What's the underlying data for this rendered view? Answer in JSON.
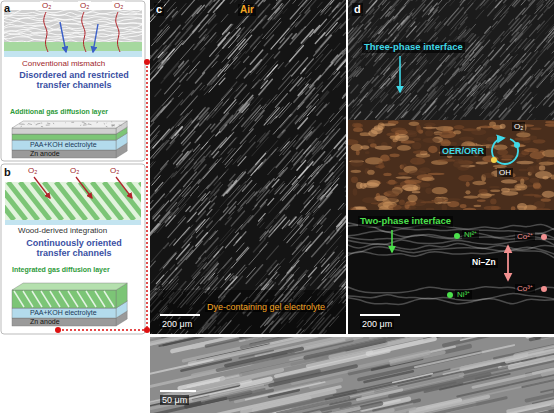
{
  "diagram": {
    "labels": [
      "a",
      "O₂",
      "O₂",
      "O₂",
      "Conventional mismatch",
      "Disordered and restricted transfer channels",
      "Additional gas diffusion layer",
      "PAA+KOH electrolyte",
      "Zn anode",
      "b",
      "O₂",
      "O₂",
      "O₂",
      "Wood-derived integration",
      "Continuously oriented transfer channels",
      "Integrated gas diffusion layer",
      "PAA+KOH electrolyte",
      "Zn anode",
      "c",
      "Air",
      "Dye-containing gel electrolyte",
      "200 μm",
      "d",
      "Three-phase interface",
      "O₂",
      "OER/ORR",
      "OH",
      "Two-phase interface",
      "Ni²⁺",
      "Co²⁺",
      "Ni–Zn",
      "Ni³⁺",
      "Co³⁺",
      "200 μm",
      "50 μm"
    ]
  }
}
